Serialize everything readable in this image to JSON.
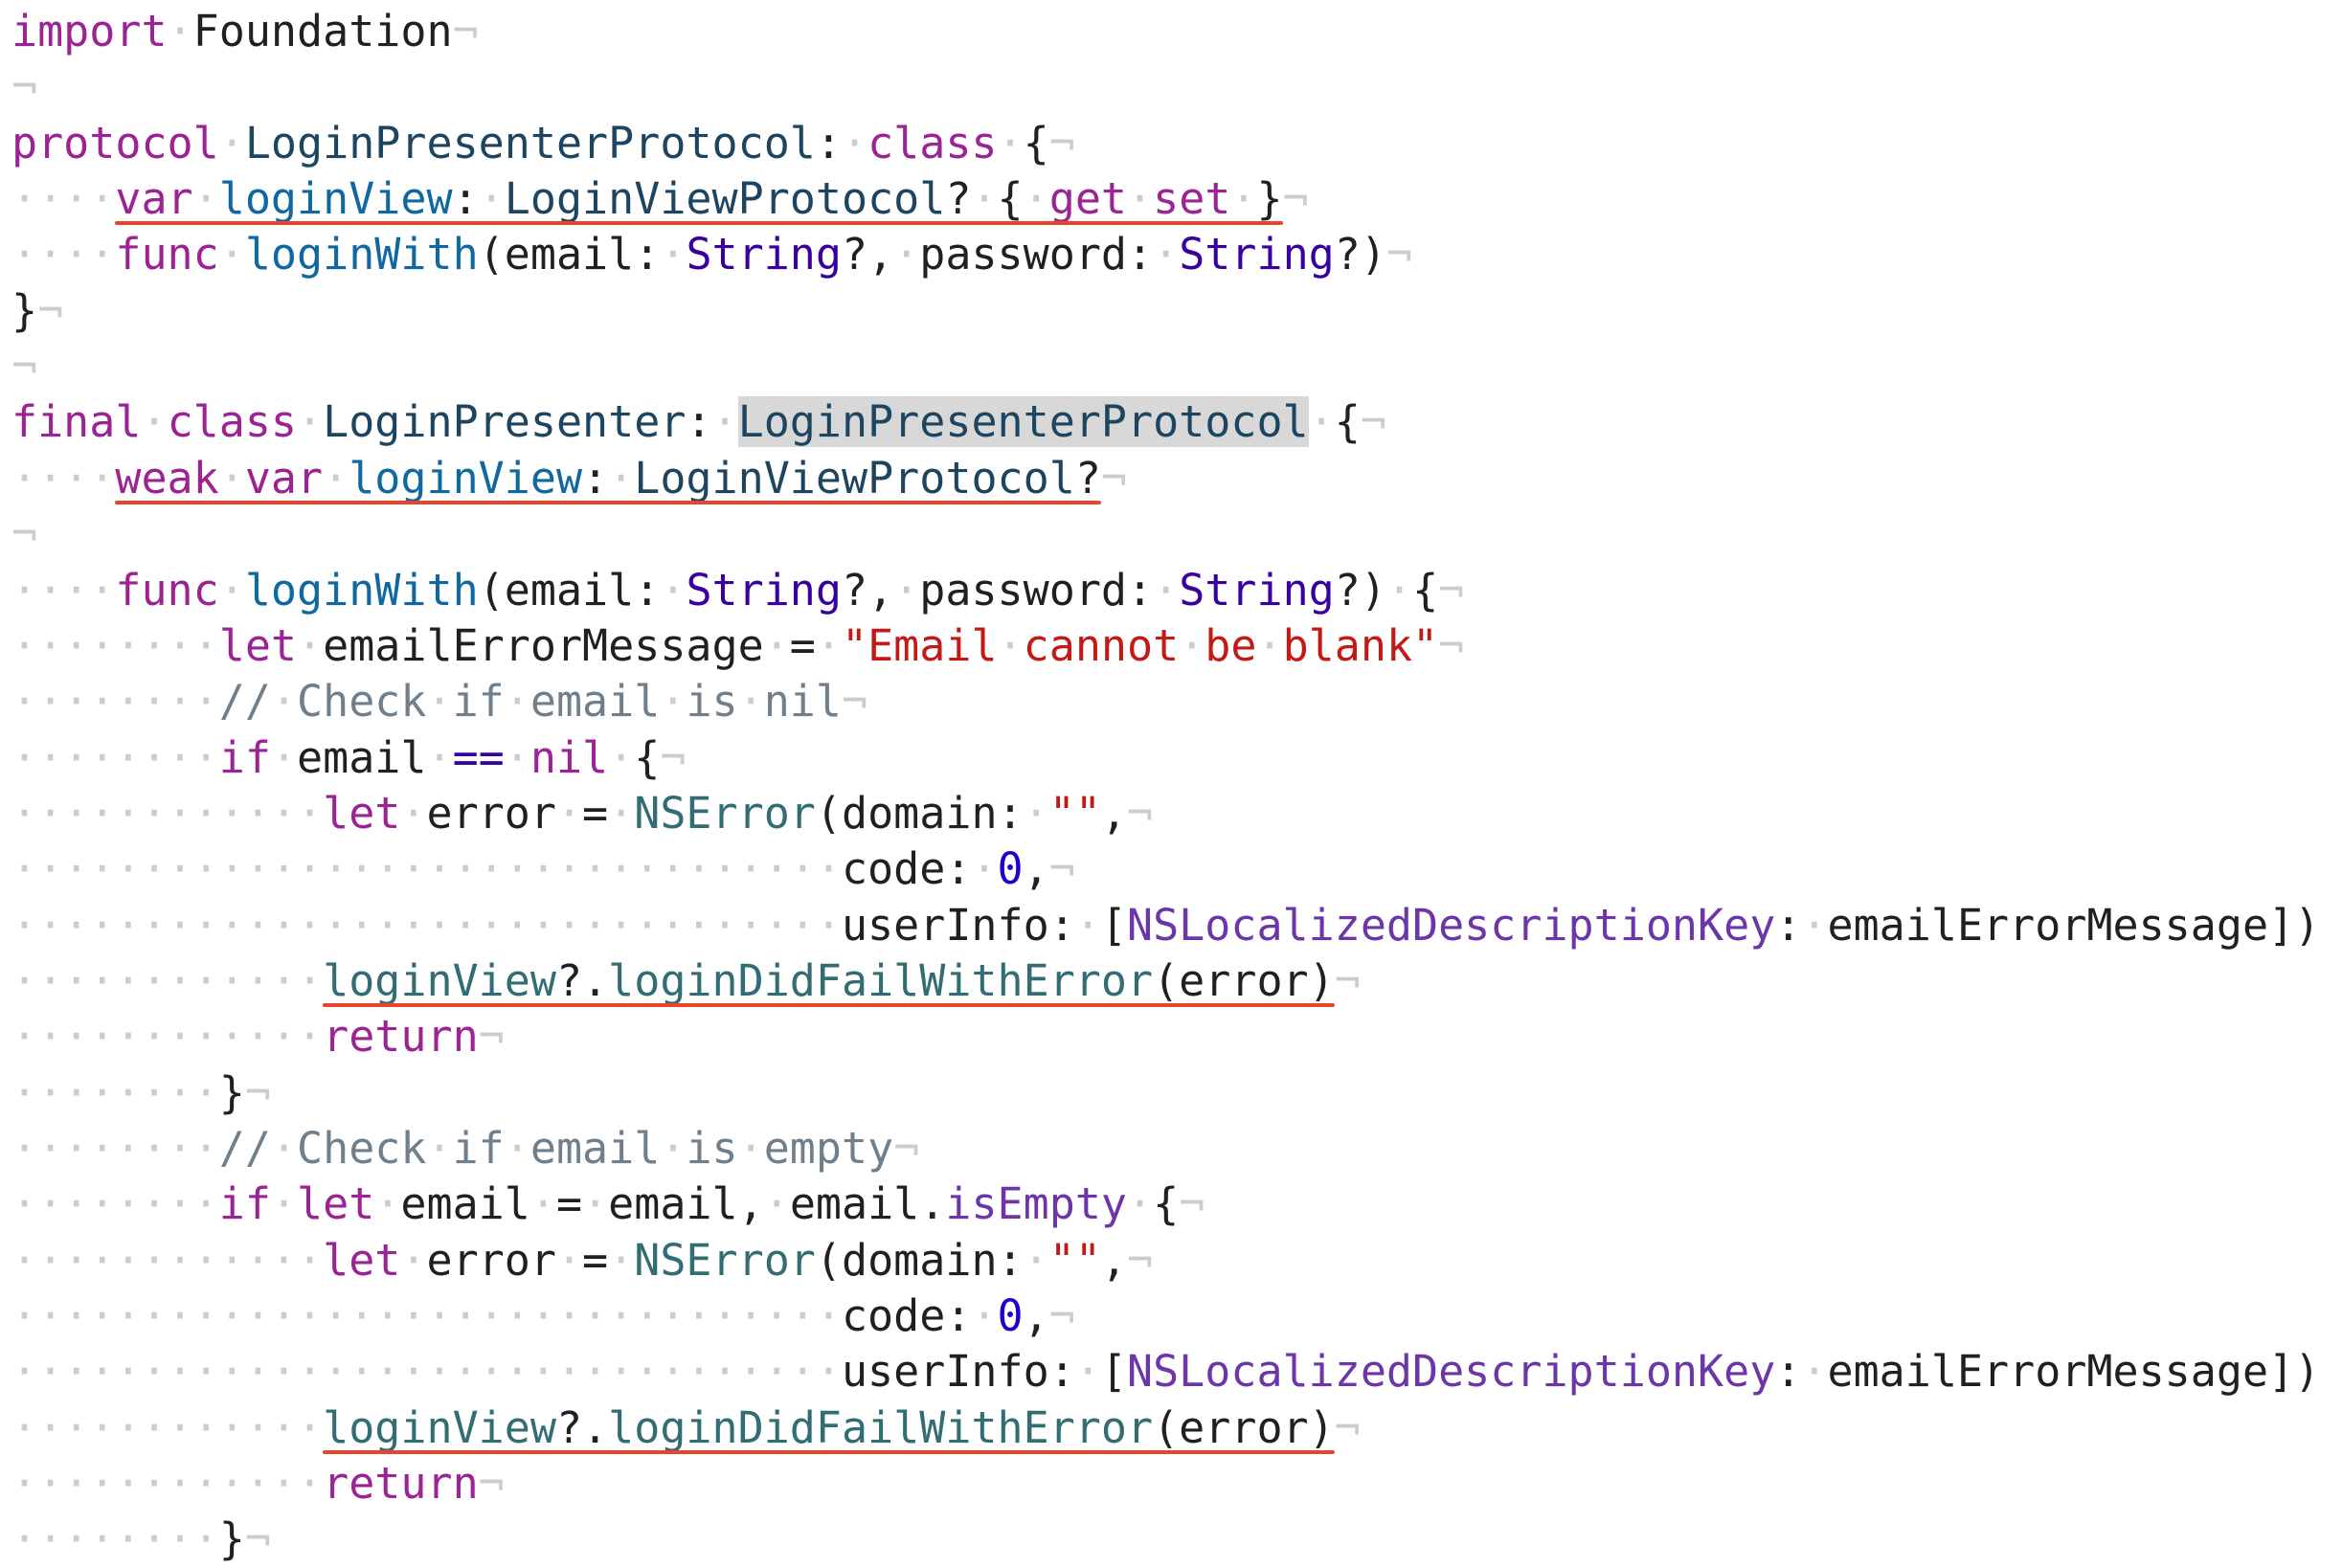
{
  "editor": {
    "lines": [
      [
        [
          "k",
          "import"
        ],
        [
          "w",
          "·"
        ],
        [
          "p",
          "Foundation"
        ],
        [
          "e",
          "¬"
        ]
      ],
      [
        [
          "e",
          "¬"
        ]
      ],
      [
        [
          "k",
          "protocol"
        ],
        [
          "w",
          "·"
        ],
        [
          "t",
          "LoginPresenterProtocol"
        ],
        [
          "p",
          ":"
        ],
        [
          "w",
          "·"
        ],
        [
          "k",
          "class"
        ],
        [
          "w",
          "·"
        ],
        [
          "p",
          "{"
        ],
        [
          "e",
          "¬"
        ]
      ],
      [
        [
          "w",
          "····"
        ],
        [
          "k",
          "var"
        ],
        [
          "w",
          "·"
        ],
        [
          "d",
          "loginView"
        ],
        [
          "p",
          ":"
        ],
        [
          "w",
          "·"
        ],
        [
          "t",
          "LoginViewProtocol"
        ],
        [
          "p",
          "?"
        ],
        [
          "w",
          "·"
        ],
        [
          "p",
          "{"
        ],
        [
          "w",
          "·"
        ],
        [
          "k",
          "get"
        ],
        [
          "w",
          "·"
        ],
        [
          "k",
          "set"
        ],
        [
          "w",
          "·"
        ],
        [
          "p",
          "}"
        ],
        [
          "e",
          "¬"
        ]
      ],
      [
        [
          "w",
          "····"
        ],
        [
          "k",
          "func"
        ],
        [
          "w",
          "·"
        ],
        [
          "d",
          "loginWith"
        ],
        [
          "p",
          "(email:"
        ],
        [
          "w",
          "·"
        ],
        [
          "s",
          "String"
        ],
        [
          "p",
          "?,"
        ],
        [
          "w",
          "·"
        ],
        [
          "p",
          "password:"
        ],
        [
          "w",
          "·"
        ],
        [
          "s",
          "String"
        ],
        [
          "p",
          "?)"
        ],
        [
          "e",
          "¬"
        ]
      ],
      [
        [
          "p",
          "}"
        ],
        [
          "e",
          "¬"
        ]
      ],
      [
        [
          "e",
          "¬"
        ]
      ],
      [
        [
          "k",
          "final"
        ],
        [
          "w",
          "·"
        ],
        [
          "k",
          "class"
        ],
        [
          "w",
          "·"
        ],
        [
          "t",
          "LoginPresenter"
        ],
        [
          "p",
          ":"
        ],
        [
          "w",
          "·"
        ],
        [
          "h",
          "LoginPresenterProtocol"
        ],
        [
          "w",
          "·"
        ],
        [
          "p",
          "{"
        ],
        [
          "e",
          "¬"
        ]
      ],
      [
        [
          "w",
          "····"
        ],
        [
          "k",
          "weak"
        ],
        [
          "w",
          "·"
        ],
        [
          "k",
          "var"
        ],
        [
          "w",
          "·"
        ],
        [
          "d",
          "loginView"
        ],
        [
          "p",
          ":"
        ],
        [
          "w",
          "·"
        ],
        [
          "t",
          "LoginViewProtocol"
        ],
        [
          "p",
          "?"
        ],
        [
          "e",
          "¬"
        ]
      ],
      [
        [
          "e",
          "¬"
        ]
      ],
      [
        [
          "w",
          "····"
        ],
        [
          "k",
          "func"
        ],
        [
          "w",
          "·"
        ],
        [
          "d",
          "loginWith"
        ],
        [
          "p",
          "(email:"
        ],
        [
          "w",
          "·"
        ],
        [
          "s",
          "String"
        ],
        [
          "p",
          "?,"
        ],
        [
          "w",
          "·"
        ],
        [
          "p",
          "password:"
        ],
        [
          "w",
          "·"
        ],
        [
          "s",
          "String"
        ],
        [
          "p",
          "?)"
        ],
        [
          "w",
          "·"
        ],
        [
          "p",
          "{"
        ],
        [
          "e",
          "¬"
        ]
      ],
      [
        [
          "w",
          "········"
        ],
        [
          "k",
          "let"
        ],
        [
          "w",
          "·"
        ],
        [
          "p",
          "emailErrorMessage"
        ],
        [
          "w",
          "·"
        ],
        [
          "p",
          "="
        ],
        [
          "w",
          "·"
        ],
        [
          "r",
          "\"Email"
        ],
        [
          "w",
          "·"
        ],
        [
          "r",
          "cannot"
        ],
        [
          "w",
          "·"
        ],
        [
          "r",
          "be"
        ],
        [
          "w",
          "·"
        ],
        [
          "r",
          "blank\""
        ],
        [
          "e",
          "¬"
        ]
      ],
      [
        [
          "w",
          "········"
        ],
        [
          "c",
          "//"
        ],
        [
          "w",
          "·"
        ],
        [
          "c",
          "Check"
        ],
        [
          "w",
          "·"
        ],
        [
          "c",
          "if"
        ],
        [
          "w",
          "·"
        ],
        [
          "c",
          "email"
        ],
        [
          "w",
          "·"
        ],
        [
          "c",
          "is"
        ],
        [
          "w",
          "·"
        ],
        [
          "c",
          "nil"
        ],
        [
          "e",
          "¬"
        ]
      ],
      [
        [
          "w",
          "········"
        ],
        [
          "k",
          "if"
        ],
        [
          "w",
          "·"
        ],
        [
          "p",
          "email"
        ],
        [
          "w",
          "·"
        ],
        [
          "s",
          "=="
        ],
        [
          "w",
          "·"
        ],
        [
          "k",
          "nil"
        ],
        [
          "w",
          "·"
        ],
        [
          "p",
          "{"
        ],
        [
          "e",
          "¬"
        ]
      ],
      [
        [
          "w",
          "············"
        ],
        [
          "k",
          "let"
        ],
        [
          "w",
          "·"
        ],
        [
          "p",
          "error"
        ],
        [
          "w",
          "·"
        ],
        [
          "p",
          "="
        ],
        [
          "w",
          "·"
        ],
        [
          "y",
          "NSError"
        ],
        [
          "p",
          "(domain:"
        ],
        [
          "w",
          "·"
        ],
        [
          "r",
          "\"\""
        ],
        [
          "p",
          ","
        ],
        [
          "e",
          "¬"
        ]
      ],
      [
        [
          "w",
          "································"
        ],
        [
          "p",
          "code:"
        ],
        [
          "w",
          "·"
        ],
        [
          "n",
          "0"
        ],
        [
          "p",
          ","
        ],
        [
          "e",
          "¬"
        ]
      ],
      [
        [
          "w",
          "································"
        ],
        [
          "p",
          "userInfo:"
        ],
        [
          "w",
          "·"
        ],
        [
          "p",
          "["
        ],
        [
          "m",
          "NSLocalizedDescriptionKey"
        ],
        [
          "p",
          ":"
        ],
        [
          "w",
          "·"
        ],
        [
          "p",
          "emailErrorMessage])"
        ]
      ],
      [
        [
          "w",
          "············"
        ],
        [
          "y",
          "loginView"
        ],
        [
          "p",
          "?."
        ],
        [
          "y",
          "loginDidFailWithError"
        ],
        [
          "p",
          "(error)"
        ],
        [
          "e",
          "¬"
        ]
      ],
      [
        [
          "w",
          "············"
        ],
        [
          "k",
          "return"
        ],
        [
          "e",
          "¬"
        ]
      ],
      [
        [
          "w",
          "········"
        ],
        [
          "p",
          "}"
        ],
        [
          "e",
          "¬"
        ]
      ],
      [
        [
          "w",
          "········"
        ],
        [
          "c",
          "//"
        ],
        [
          "w",
          "·"
        ],
        [
          "c",
          "Check"
        ],
        [
          "w",
          "·"
        ],
        [
          "c",
          "if"
        ],
        [
          "w",
          "·"
        ],
        [
          "c",
          "email"
        ],
        [
          "w",
          "·"
        ],
        [
          "c",
          "is"
        ],
        [
          "w",
          "·"
        ],
        [
          "c",
          "empty"
        ],
        [
          "e",
          "¬"
        ]
      ],
      [
        [
          "w",
          "········"
        ],
        [
          "k",
          "if"
        ],
        [
          "w",
          "·"
        ],
        [
          "k",
          "let"
        ],
        [
          "w",
          "·"
        ],
        [
          "p",
          "email"
        ],
        [
          "w",
          "·"
        ],
        [
          "p",
          "="
        ],
        [
          "w",
          "·"
        ],
        [
          "p",
          "email,"
        ],
        [
          "w",
          "·"
        ],
        [
          "p",
          "email."
        ],
        [
          "m",
          "isEmpty"
        ],
        [
          "w",
          "·"
        ],
        [
          "p",
          "{"
        ],
        [
          "e",
          "¬"
        ]
      ],
      [
        [
          "w",
          "············"
        ],
        [
          "k",
          "let"
        ],
        [
          "w",
          "·"
        ],
        [
          "p",
          "error"
        ],
        [
          "w",
          "·"
        ],
        [
          "p",
          "="
        ],
        [
          "w",
          "·"
        ],
        [
          "y",
          "NSError"
        ],
        [
          "p",
          "(domain:"
        ],
        [
          "w",
          "·"
        ],
        [
          "r",
          "\"\""
        ],
        [
          "p",
          ","
        ],
        [
          "e",
          "¬"
        ]
      ],
      [
        [
          "w",
          "································"
        ],
        [
          "p",
          "code:"
        ],
        [
          "w",
          "·"
        ],
        [
          "n",
          "0"
        ],
        [
          "p",
          ","
        ],
        [
          "e",
          "¬"
        ]
      ],
      [
        [
          "w",
          "································"
        ],
        [
          "p",
          "userInfo:"
        ],
        [
          "w",
          "·"
        ],
        [
          "p",
          "["
        ],
        [
          "m",
          "NSLocalizedDescriptionKey"
        ],
        [
          "p",
          ":"
        ],
        [
          "w",
          "·"
        ],
        [
          "p",
          "emailErrorMessage])"
        ]
      ],
      [
        [
          "w",
          "············"
        ],
        [
          "y",
          "loginView"
        ],
        [
          "p",
          "?."
        ],
        [
          "y",
          "loginDidFailWithError"
        ],
        [
          "p",
          "(error)"
        ],
        [
          "e",
          "¬"
        ]
      ],
      [
        [
          "w",
          "············"
        ],
        [
          "k",
          "return"
        ],
        [
          "e",
          "¬"
        ]
      ],
      [
        [
          "w",
          "········"
        ],
        [
          "p",
          "}"
        ],
        [
          "e",
          "¬"
        ]
      ]
    ],
    "underlined_lines": [
      3,
      8,
      17,
      25
    ],
    "colors": {
      "keyword": "#9b2393",
      "declaration": "#0f68a0",
      "type": "#1d4560",
      "system_type": "#3900a0",
      "system_call": "#326d74",
      "member": "#6c36a9",
      "string": "#c41a16",
      "number": "#1c00cf",
      "comment": "#707f8c",
      "invisibles": "#c9cdd2",
      "underline": "#e8452c",
      "selection": "#d8d8d8"
    }
  }
}
